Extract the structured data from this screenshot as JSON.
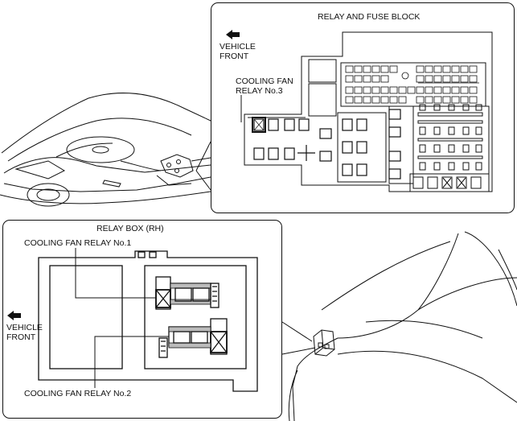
{
  "top_panel": {
    "title": "RELAY AND FUSE BLOCK",
    "direction_line1": "VEHICLE",
    "direction_line2": "FRONT",
    "callout_line1": "COOLING FAN",
    "callout_line2": "RELAY No.3"
  },
  "bottom_panel": {
    "title": "RELAY BOX (RH)",
    "callout_relay1": "COOLING FAN RELAY No.1",
    "callout_relay2": "COOLING FAN RELAY No.2",
    "direction_line1": "VEHICLE",
    "direction_line2": "FRONT"
  },
  "colors": {
    "line": "#111111",
    "background": "#ffffff"
  }
}
